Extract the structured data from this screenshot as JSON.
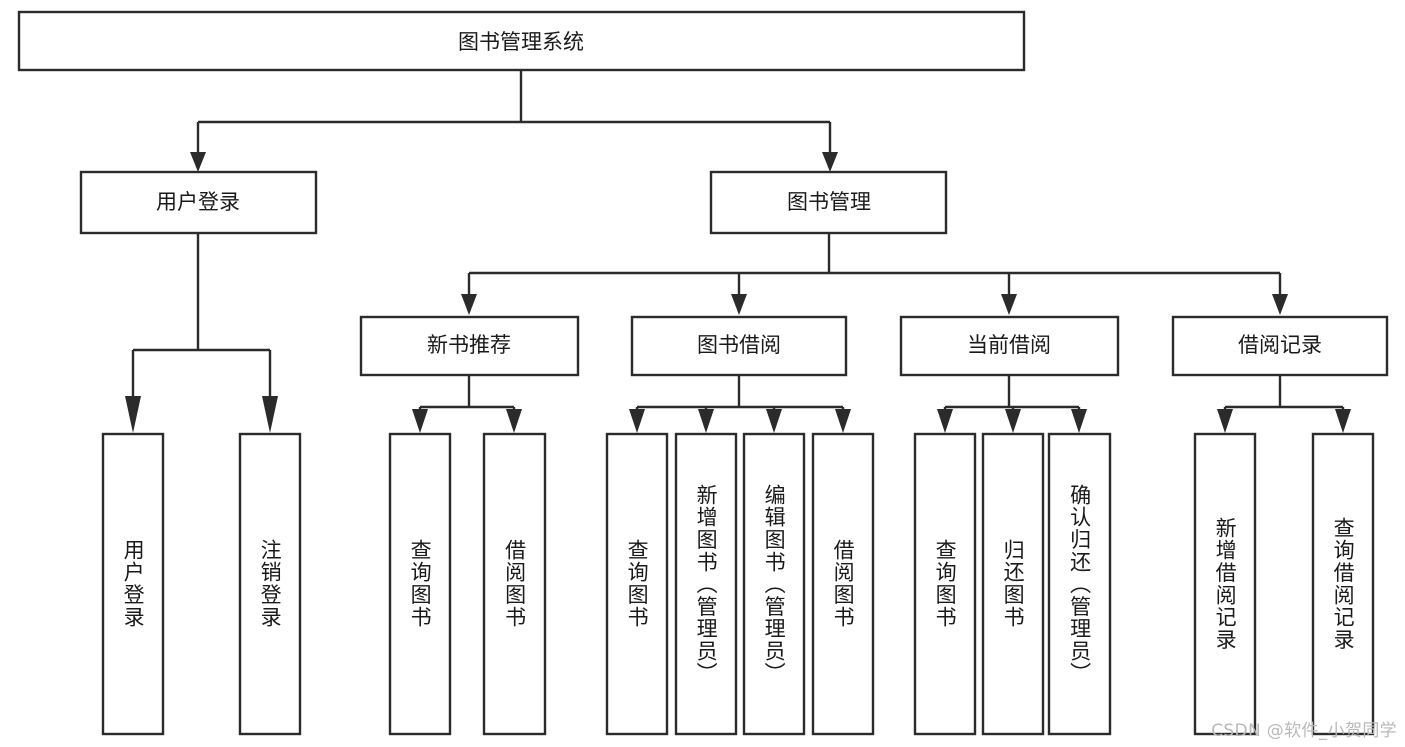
{
  "diagram": {
    "title": "图书管理系统",
    "type": "tree",
    "watermark": "CSDN @软件_小贺同学",
    "nodes": {
      "root": {
        "label": "图书管理系统"
      },
      "level2": [
        {
          "id": "user-login",
          "label": "用户登录"
        },
        {
          "id": "book-manage",
          "label": "图书管理"
        }
      ],
      "level3": [
        {
          "id": "new-book-rec",
          "label": "新书推荐"
        },
        {
          "id": "book-borrow",
          "label": "图书借阅"
        },
        {
          "id": "current-borrow",
          "label": "当前借阅"
        },
        {
          "id": "borrow-record",
          "label": "借阅记录"
        }
      ],
      "leaves": {
        "user-login": [
          {
            "id": "leaf-user-login",
            "label": "用户登录"
          },
          {
            "id": "leaf-logout-login",
            "label": "注销登录"
          }
        ],
        "new-book-rec": [
          {
            "id": "leaf-query-book-1",
            "label": "查询图书"
          },
          {
            "id": "leaf-borrow-book-1",
            "label": "借阅图书"
          }
        ],
        "book-borrow": [
          {
            "id": "leaf-query-book-2",
            "label": "查询图书"
          },
          {
            "id": "leaf-add-book",
            "label": "新增图书（管理员）"
          },
          {
            "id": "leaf-edit-book",
            "label": "编辑图书（管理员）"
          },
          {
            "id": "leaf-borrow-book-2",
            "label": "借阅图书"
          }
        ],
        "current-borrow": [
          {
            "id": "leaf-query-book-3",
            "label": "查询图书"
          },
          {
            "id": "leaf-return-book",
            "label": "归还图书"
          },
          {
            "id": "leaf-confirm-return",
            "label": "确认归还（管理员）"
          }
        ],
        "borrow-record": [
          {
            "id": "leaf-add-record",
            "label": "新增借阅记录"
          },
          {
            "id": "leaf-query-record",
            "label": "查询借阅记录"
          }
        ]
      }
    },
    "colors": {
      "stroke": "#2b2b2b",
      "fill": "#ffffff",
      "text": "#1a1a1a",
      "watermark": "#b9b9b9"
    }
  }
}
